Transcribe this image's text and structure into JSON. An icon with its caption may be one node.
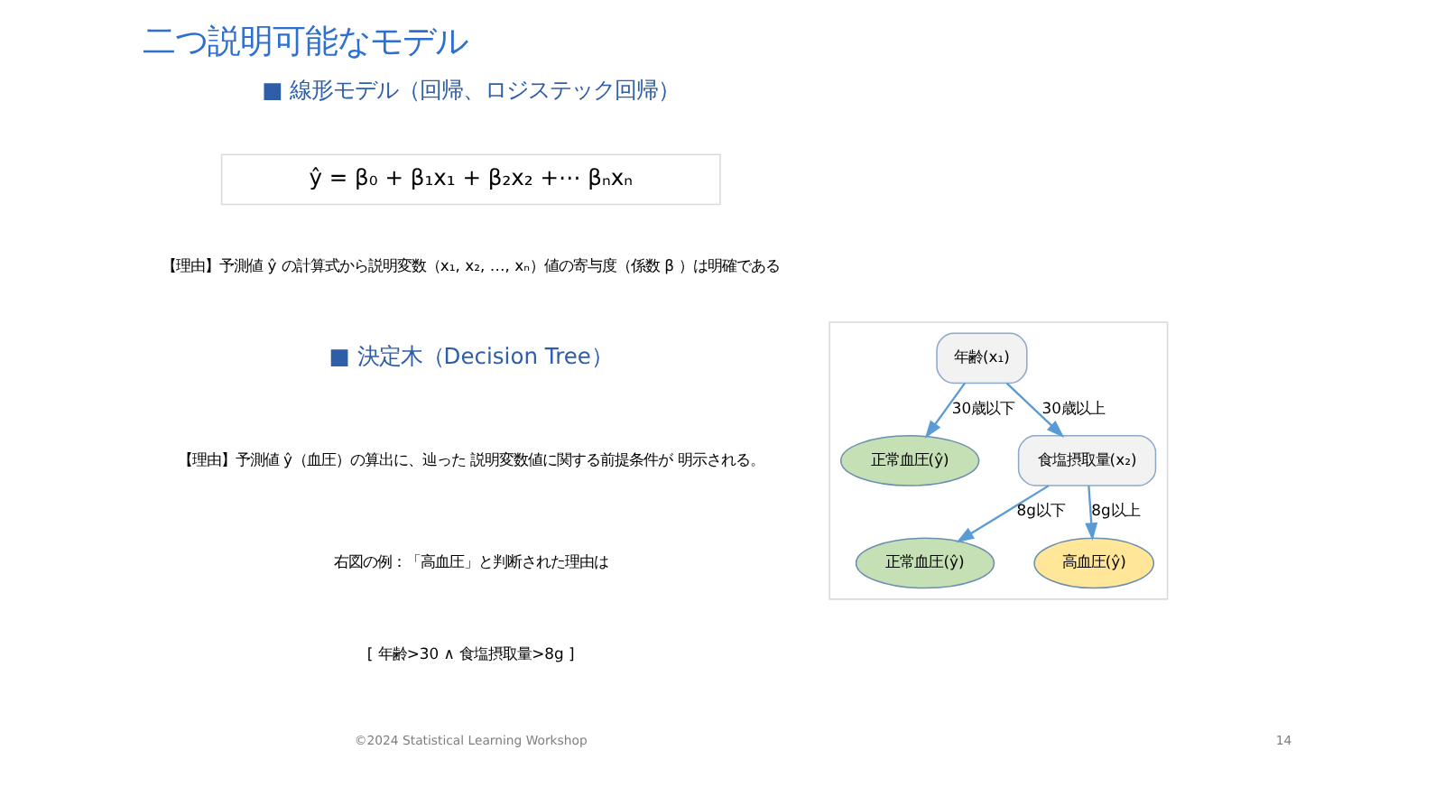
{
  "diagram": {
    "title": "二つ説明可能なモデル",
    "nodes": [
      {
        "text": [
          "ŷ = β₀ + β₁x₁ + β₂x₂ +⋯ βₙxₙ"
        ]
      },
      {
        "text": [],
        "shape": "box"
      },
      {
        "text": [
          "年齢(x₁)"
        ],
        "in": 1
      },
      {
        "text": [
          "正常血圧(ŷ)"
        ],
        "in": 1
      },
      {
        "text": [
          "食塩摂取量(x₂)"
        ],
        "in": 1
      },
      {
        "text": [
          "正常血圧(ŷ)"
        ],
        "in": 1
      },
      {
        "text": [
          "高血圧(ŷ)"
        ],
        "in": 1
      }
    ],
    "edges": [
      {
        "from": 2,
        "to": 3,
        "arrow": "to",
        "label": "30歳以下"
      },
      {
        "from": 2,
        "to": 4,
        "arrow": "to",
        "label": "30歳以上"
      },
      {
        "from": 4,
        "to": 5,
        "arrow": "to",
        "label": "8g以下"
      },
      {
        "from": 4,
        "to": 6,
        "arrow": "to",
        "label": "8g以上"
      }
    ],
    "labels": [
      "■ 線形モデル（回帰、ロジステック回帰）",
      "【理由】予測値 ŷ の計算式から説明変数（x₁, x₂, …, xₙ）値の寄与度（係数 β ）は明確である",
      "■ 決定木（Decision Tree）",
      "【理由】予測値 ŷ（血圧）の算出に、辿った 説明変数値に関する前提条件が 明示される。",
      "右図の例：「高血圧」と判断された理由は",
      "[ 年齢>30 ∧ 食塩摂取量>8g ]",
      "©2024 Statistical Learning Workshop",
      "14"
    ]
  }
}
